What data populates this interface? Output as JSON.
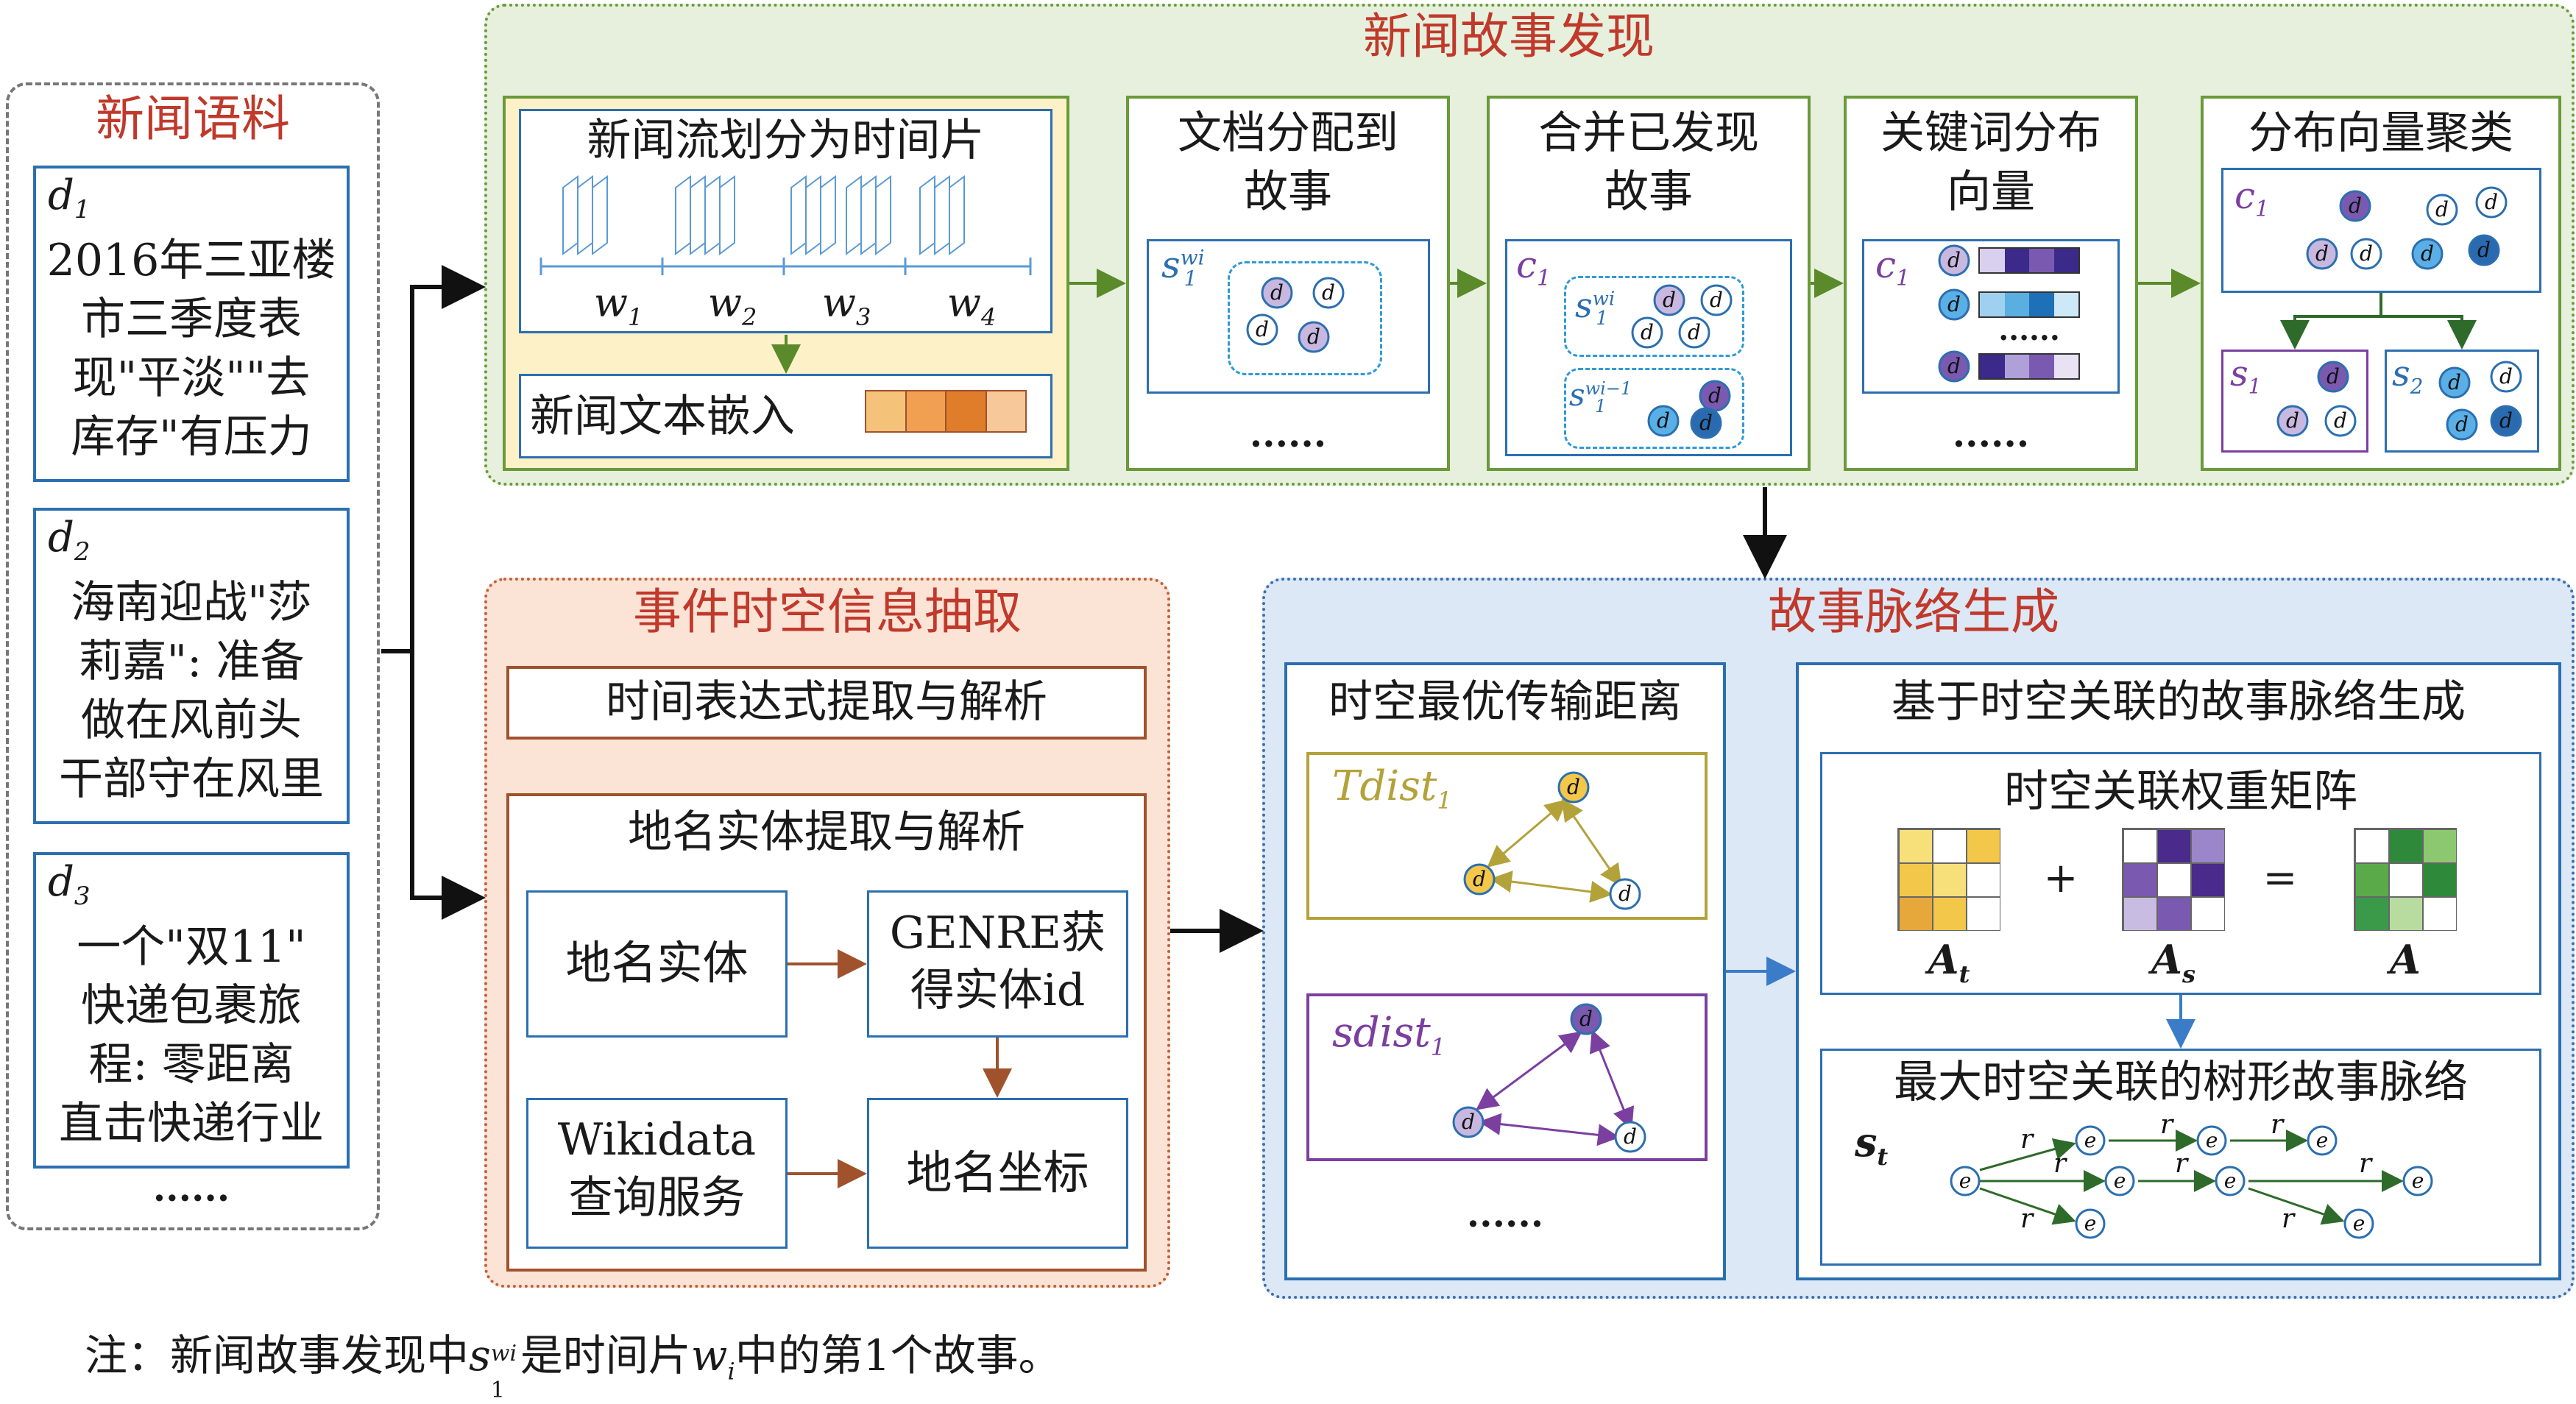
{
  "corpus": {
    "title": "新闻语料",
    "docs": [
      {
        "id": "d",
        "sub": "1",
        "lines": [
          "2016年三亚楼",
          "市三季度表",
          "现\"平淡\"\"去",
          "库存\"有压力"
        ]
      },
      {
        "id": "d",
        "sub": "2",
        "lines": [
          "海南迎战\"莎",
          "莉嘉\": 准备",
          "做在风前头",
          "干部守在风里"
        ]
      },
      {
        "id": "d",
        "sub": "3",
        "lines": [
          "一个\"双11\"",
          "快递包裹旅",
          "程: 零距离",
          "直击快递行业"
        ]
      }
    ],
    "more": "......"
  },
  "discovery": {
    "title": "新闻故事发现",
    "step1": {
      "title": "新闻流划分为时间片",
      "windows": [
        "w",
        "w",
        "w",
        "w"
      ],
      "window_subs": [
        "1",
        "2",
        "3",
        "4"
      ],
      "embed_label": "新闻文本嵌入"
    },
    "step2": {
      "title_lines": [
        "文档分配到",
        "故事"
      ],
      "story_label": "s",
      "story_sub": "1",
      "story_sup": "wi",
      "more": "......"
    },
    "step3": {
      "title_lines": [
        "合并已发现",
        "故事"
      ],
      "cluster": "c",
      "cluster_sub": "1",
      "s1": "s",
      "s1_sub": "1",
      "s1_sup": "wi",
      "s2": "s",
      "s2_sub": "1",
      "s2_sup": "wi−1"
    },
    "step4": {
      "title_lines": [
        "关键词分布",
        "向量"
      ],
      "cluster": "c",
      "cluster_sub": "1",
      "dots": "......",
      "more": "......"
    },
    "step5": {
      "title": "分布向量聚类",
      "cluster": "c",
      "cluster_sub": "1",
      "s1": "s",
      "s1_sub": "1",
      "s2": "s",
      "s2_sub": "2"
    }
  },
  "extraction": {
    "title": "事件时空信息抽取",
    "time_box": "时间表达式提取与解析",
    "place_title": "地名实体提取与解析",
    "boxes": {
      "entity": "地名实体",
      "genre_lines": [
        "GENRE获",
        "得实体id"
      ],
      "wikidata_lines": [
        "Wikidata",
        "查询服务"
      ],
      "coords": "地名坐标"
    }
  },
  "generation": {
    "title": "故事脉络生成",
    "ot_title": "时空最优传输距离",
    "tdist": "Tdist",
    "tdist_sub": "1",
    "sdist": "sdist",
    "sdist_sub": "1",
    "more": "......",
    "rel_title": "基于时空关联的故事脉络生成",
    "matrix_title": "时空关联权重矩阵",
    "plus": "+",
    "equals": "=",
    "At": "A",
    "At_sub": "t",
    "As": "A",
    "As_sub": "s",
    "A": "A",
    "tree_title": "最大时空关联的树形故事脉络",
    "st": "s",
    "st_sub": "t",
    "r": "r"
  },
  "node_letter": {
    "d": "d",
    "e": "e"
  },
  "note": {
    "prefix": "注：新闻故事发现中",
    "s": "s",
    "s_sub": "1",
    "s_sup": "wi",
    "middle": "是时间片",
    "w": "w",
    "w_sub": "i",
    "suffix": "中的第1个故事。"
  },
  "colors": {
    "green_panel": "#e6f0dc",
    "green_border": "#6a9a3a",
    "orange_panel": "#fbe3d6",
    "orange_border": "#c0603a",
    "blue_panel": "#dce8f5",
    "blue_border": "#3a6fb0",
    "red_title": "#c0392b",
    "yellow_box": "#fdf1c8",
    "tdist": "#b3a23a",
    "sdist": "#7b3fa0"
  }
}
